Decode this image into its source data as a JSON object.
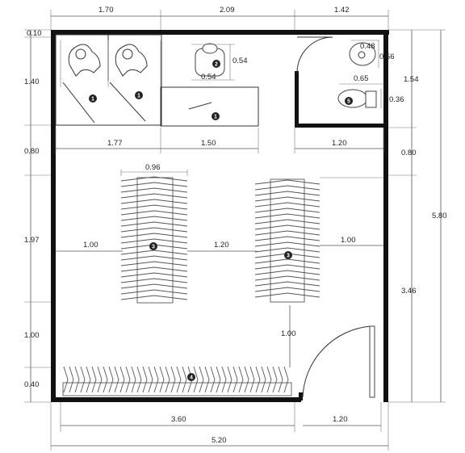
{
  "plan": {
    "top_dims": [
      "1.70",
      "2.09",
      "1.42"
    ],
    "bottom_dims": [
      "3.60",
      "1.20"
    ],
    "total_width": "5.20",
    "left_dims": [
      "0.10",
      "1.40",
      "0.80",
      "1.97",
      "1.00",
      "0.40"
    ],
    "right_dims": [
      "1.54",
      "0.80",
      "3.46"
    ],
    "total_height": "5.80",
    "interior_labels": {
      "booth_span": "1.77",
      "bench_span": "1.50",
      "bath_span": "1.20",
      "chair_w": "0.54",
      "chair_h": "0.54",
      "sink_w": "0.48",
      "sink_h": "0.56",
      "toilet_w": "0.65",
      "toilet_h": "0.36",
      "rack_width": "0.96",
      "left_gap": "1.00",
      "mid_gap": "1.20",
      "right_gap": "1.00",
      "door_gap": "1.00",
      "door_width": "1.20"
    },
    "markers": [
      "1",
      "1",
      "1",
      "2",
      "3",
      "3",
      "4",
      "5"
    ]
  }
}
